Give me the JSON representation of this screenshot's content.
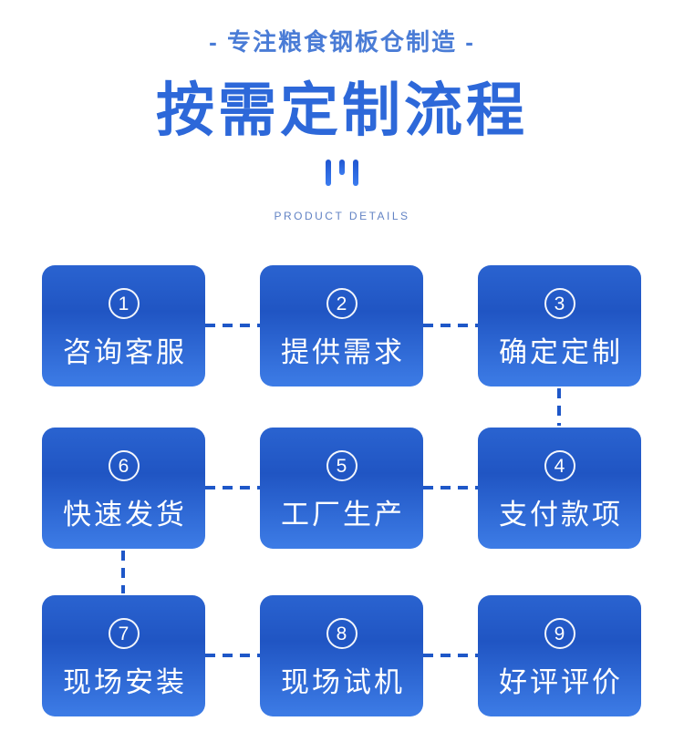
{
  "header": {
    "tagline": "- 专注粮食钢板仓制造 -",
    "title": "按需定制流程",
    "subtitle_en": "PRODUCT DETAILS"
  },
  "colors": {
    "tagline_text": "#4a7cd6",
    "title_text": "#2d68d9",
    "subtitle_text": "#6283c4",
    "box_gradient_top": "#2a63d0",
    "box_gradient_mid": "#2055c3",
    "box_gradient_bottom": "#3d7ce6",
    "box_text": "#ffffff",
    "connector": "#1e57c8",
    "icon_bar": "#2f6be0",
    "background": "#ffffff"
  },
  "flow": {
    "pattern": "snake",
    "connections": [
      "1-2",
      "2-3",
      "3-4",
      "4-5",
      "5-6",
      "6-7",
      "7-8",
      "8-9"
    ]
  },
  "steps": [
    {
      "number": "1",
      "label": "咨询客服"
    },
    {
      "number": "2",
      "label": "提供需求"
    },
    {
      "number": "3",
      "label": "确定定制"
    },
    {
      "number": "6",
      "label": "快速发货"
    },
    {
      "number": "5",
      "label": "工厂生产"
    },
    {
      "number": "4",
      "label": "支付款项"
    },
    {
      "number": "7",
      "label": "现场安装"
    },
    {
      "number": "8",
      "label": "现场试机"
    },
    {
      "number": "9",
      "label": "好评评价"
    }
  ]
}
